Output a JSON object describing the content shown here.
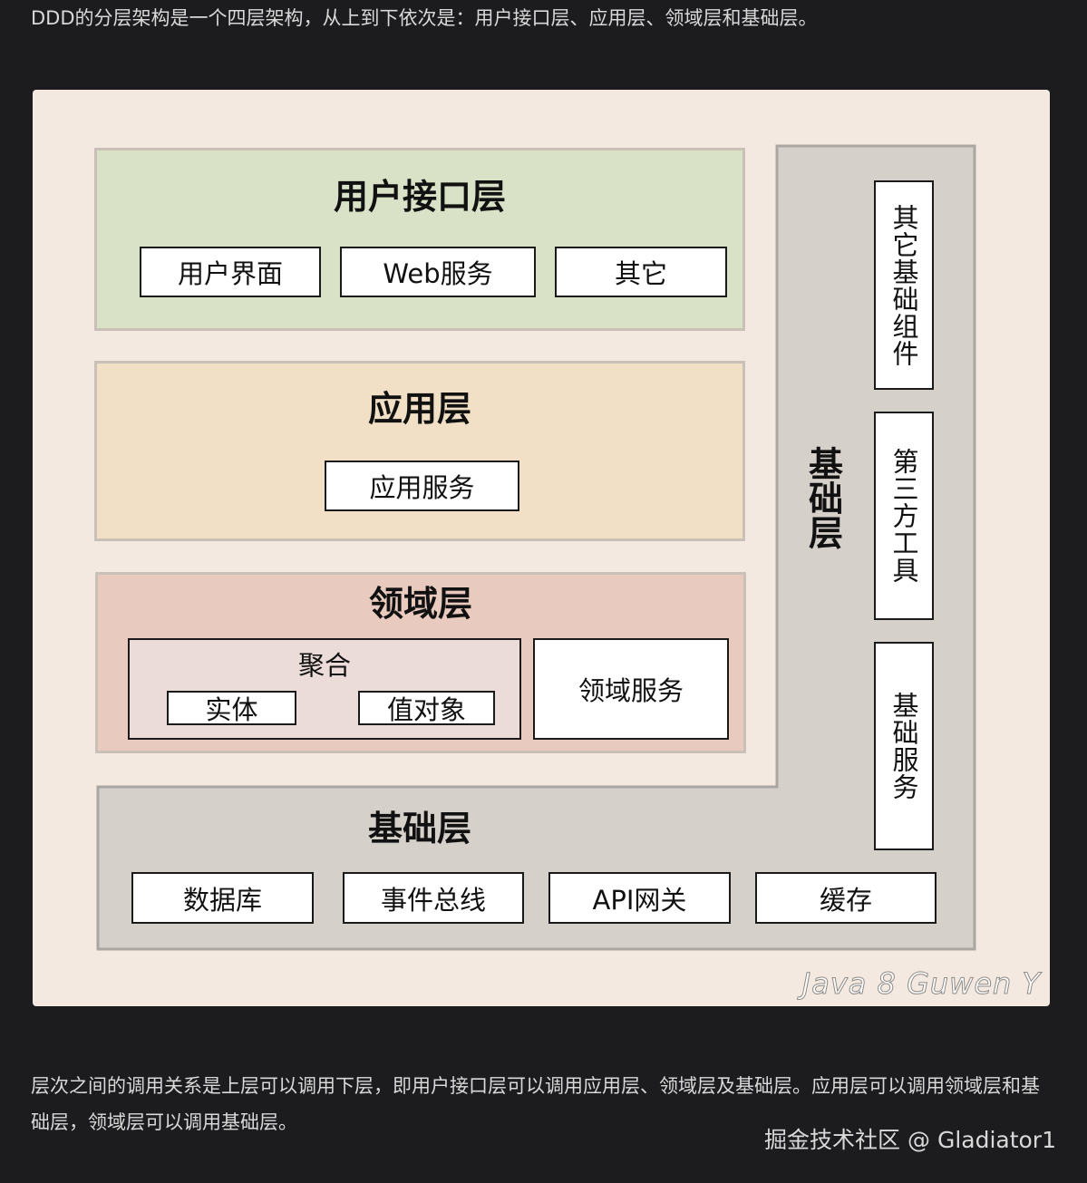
{
  "intro_text": "DDD的分层架构是一个四层架构，从上到下依次是：用户接口层、应用层、领域层和基础层。",
  "diagram": {
    "ui_layer": {
      "title": "用户接口层",
      "items": [
        "用户界面",
        "Web服务",
        "其它"
      ]
    },
    "app_layer": {
      "title": "应用层",
      "items": [
        "应用服务"
      ]
    },
    "domain_layer": {
      "title": "领域层",
      "aggregate": {
        "title": "聚合",
        "items": [
          "实体",
          "值对象"
        ]
      },
      "service": "领域服务"
    },
    "infra_layer": {
      "title": "基础层",
      "side_title": "基础层",
      "side_items": [
        "其它基础组件",
        "第三方工具",
        "基础服务"
      ],
      "bottom_items": [
        "数据库",
        "事件总线",
        "API网关",
        "缓存"
      ]
    },
    "watermark": "Java 8 Guwen Y"
  },
  "colors": {
    "page_bg": "#1c1c1e",
    "canvas_bg": "#f3e9e0",
    "ui_layer": "#d9e2c6",
    "app_layer": "#f1e0c6",
    "domain_layer": "#e8cabf",
    "aggregate": "#ecdcd9",
    "infra_layer": "#d6d0ca",
    "infra_border": "#aaa6a2"
  },
  "outro_text": "层次之间的调用关系是上层可以调用下层，即用户接口层可以调用应用层、领域层及基础层。应用层可以调用领域层和基础层，领域层可以调用基础层。",
  "footer_watermark": "掘金技术社区 @ Gladiator1"
}
